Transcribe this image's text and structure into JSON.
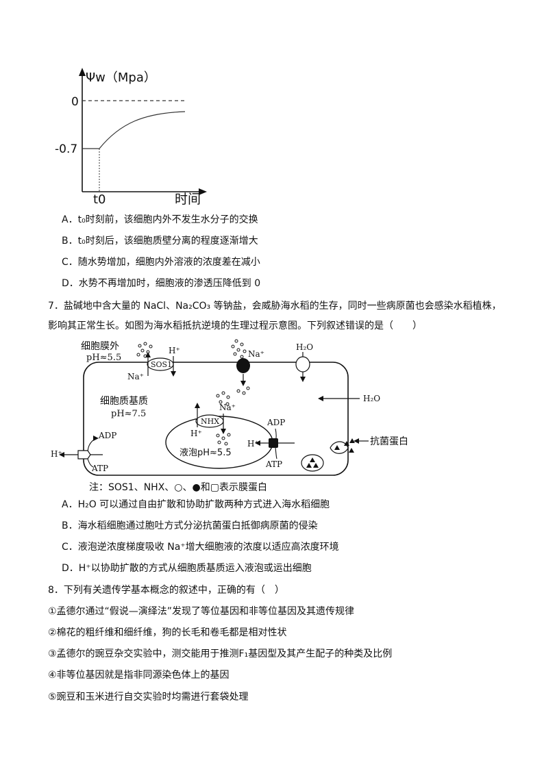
{
  "graph1": {
    "y_axis_label": "Ψw（Mpa）",
    "y_tick_zero": "0",
    "y_tick_start": "-0.7",
    "x_tick_t0": "t0",
    "x_axis_label": "时间"
  },
  "q6_options": [
    "A．t₀时刻前，该细胞内外不发生水分子的交换",
    "B．t₀时刻后，该细胞质壁分离的程度逐渐增大",
    "C．随水势增加，细胞内外溶液的浓度差在减小",
    "D．水势不再增加时，细胞液的渗透压降低到 0"
  ],
  "q7": {
    "stem_line1": "7．盐碱地中含大量的 NaCl、Na₂CO₃ 等钠盐，会威胁海水稻的生存，同时一些病原菌也会感染水稻植株，",
    "stem_line2": "影响其正常生长。如图为海水稻抵抗逆境的生理过程示意图。下列叙述错误的是（　　）",
    "diagram": {
      "outside_label": "细胞膜外",
      "outside_ph": "pH≈5.5",
      "sos1": "SOS1",
      "h_plus": "H⁺",
      "na_plus": "Na⁺",
      "h2o": "H₂O",
      "cytoplasm_label": "细胞质基质",
      "cytoplasm_ph": "pH≈7.5",
      "nhx": "NHX",
      "adp": "ADP",
      "atp": "ATP",
      "vacuole_label": "液泡pH≈5.5",
      "antibacterial": "抗菌蛋白",
      "note": "注：SOS1、NHX、○、●和▢表示膜蛋白"
    },
    "options": [
      "A．H₂O 可以通过自由扩散和协助扩散两种方式进入海水稻细胞",
      "B．海水稻细胞通过胞吐方式分泌抗菌蛋白抵御病原菌的侵染",
      "C．液泡逆浓度梯度吸收 Na⁺增大细胞液的浓度以适应高浓度环境",
      "D．H⁺以协助扩散的方式从细胞质基质运入液泡或运出细胞"
    ]
  },
  "q8": {
    "stem": "8．下列有关遗传学基本概念的叙述中，正确的有（　）",
    "items": [
      "①孟德尔通过“假说—演绎法”发现了等位基因和非等位基因及其遗传规律",
      "②棉花的粗纤维和细纤维，狗的长毛和卷毛都是相对性状",
      "③孟德尔的豌豆杂交实验中，测交能用于推测F₁基因型及其产生配子的种类及比例",
      "④非等位基因就是指非同源染色体上的基因",
      "⑤豌豆和玉米进行自交实验时均需进行套袋处理"
    ]
  }
}
